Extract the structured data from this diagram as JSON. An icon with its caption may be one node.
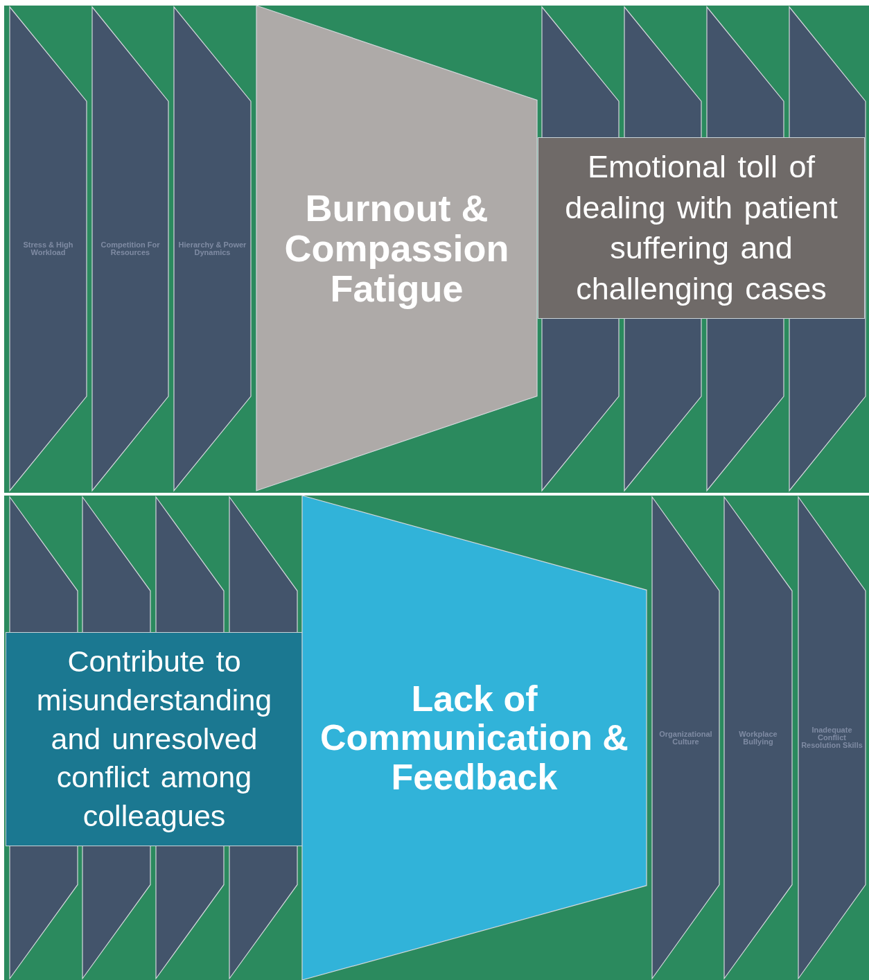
{
  "diagram": {
    "nodes": [
      {
        "text": [
          "Stress & High Workload"
        ]
      },
      {
        "text": [
          "Competition For Resources"
        ]
      },
      {
        "text": [
          "Hierarchy & Power Dynamics"
        ]
      },
      {
        "text": [
          "Burnout & Compassion Fatigue"
        ]
      },
      {
        "text": [],
        "shape": "pentagon"
      },
      {
        "text": [],
        "shape": "pentagon"
      },
      {
        "text": [],
        "shape": "pentagon"
      },
      {
        "text": [],
        "shape": "pentagon"
      },
      {
        "text": [
          "Emotional toll of dealing with patient suffering and challenging cases"
        ]
      },
      {
        "text": [],
        "shape": "pentagon"
      },
      {
        "text": [],
        "shape": "pentagon"
      },
      {
        "text": [],
        "shape": "pentagon"
      },
      {
        "text": [],
        "shape": "pentagon"
      },
      {
        "text": [
          "Contribute to misunderstanding and unresolved conflict among colleagues"
        ]
      },
      {
        "text": [
          "Lack of Communication & Feedback"
        ]
      },
      {
        "text": [
          "Organizational Culture"
        ]
      },
      {
        "text": [
          "Workplace Bullying"
        ]
      },
      {
        "text": [
          "Inadequate Conflict Resolution Skills"
        ]
      }
    ]
  }
}
